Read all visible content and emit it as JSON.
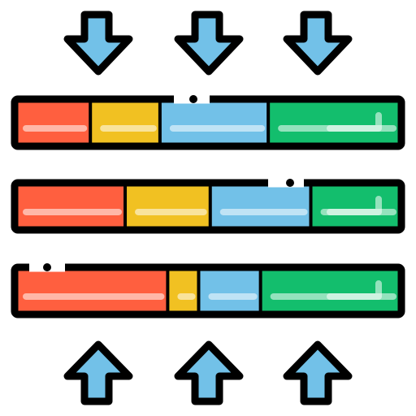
{
  "icon": {
    "name": "distribution-bars-icon",
    "description_items": {
      "top_arrows": [
        "arrow-down-icon",
        "arrow-down-icon",
        "arrow-down-icon"
      ],
      "bottom_arrows": [
        "arrow-up-icon",
        "arrow-up-icon",
        "arrow-up-icon"
      ]
    },
    "colors": {
      "outline": "#000000",
      "red": "#ff5f3f",
      "yellow": "#f1c122",
      "blue": "#72c1e8",
      "green": "#13be6d",
      "highlight": "#ffffff"
    },
    "rows": [
      {
        "segments": [
          {
            "color": "red",
            "share": 0.2
          },
          {
            "color": "yellow",
            "share": 0.18
          },
          {
            "color": "blue",
            "share": 0.28
          },
          {
            "color": "green",
            "share": 0.34
          }
        ]
      },
      {
        "segments": [
          {
            "color": "red",
            "share": 0.29
          },
          {
            "color": "yellow",
            "share": 0.22
          },
          {
            "color": "blue",
            "share": 0.26
          },
          {
            "color": "green",
            "share": 0.23
          }
        ]
      },
      {
        "segments": [
          {
            "color": "red",
            "share": 0.4
          },
          {
            "color": "yellow",
            "share": 0.08
          },
          {
            "color": "blue",
            "share": 0.16
          },
          {
            "color": "green",
            "share": 0.36
          }
        ]
      }
    ]
  }
}
